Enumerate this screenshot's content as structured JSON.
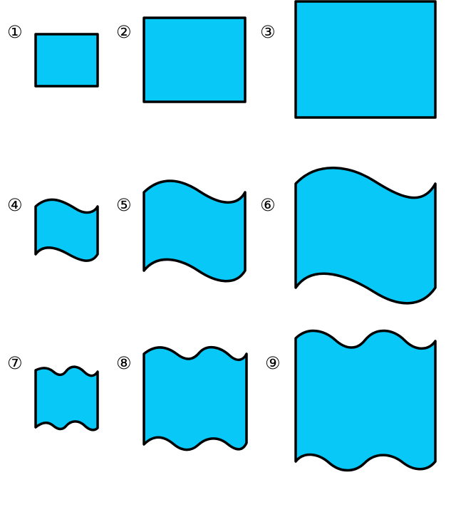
{
  "style": {
    "fill_color": "#08c8f8",
    "stroke_color": "#000000",
    "background": "#ffffff"
  },
  "shapes": [
    {
      "label": "①",
      "kind": "rectangle",
      "size": "small",
      "wave_count": 0
    },
    {
      "label": "②",
      "kind": "rectangle",
      "size": "medium",
      "wave_count": 0
    },
    {
      "label": "③",
      "kind": "rectangle",
      "size": "large",
      "wave_count": 0
    },
    {
      "label": "④",
      "kind": "single-wave",
      "size": "small",
      "wave_count": 1
    },
    {
      "label": "⑤",
      "kind": "single-wave",
      "size": "medium",
      "wave_count": 1
    },
    {
      "label": "⑥",
      "kind": "single-wave",
      "size": "large",
      "wave_count": 1
    },
    {
      "label": "⑦",
      "kind": "double-wave",
      "size": "small",
      "wave_count": 2
    },
    {
      "label": "⑧",
      "kind": "double-wave",
      "size": "medium",
      "wave_count": 2
    },
    {
      "label": "⑨",
      "kind": "double-wave",
      "size": "large",
      "wave_count": 2
    }
  ]
}
